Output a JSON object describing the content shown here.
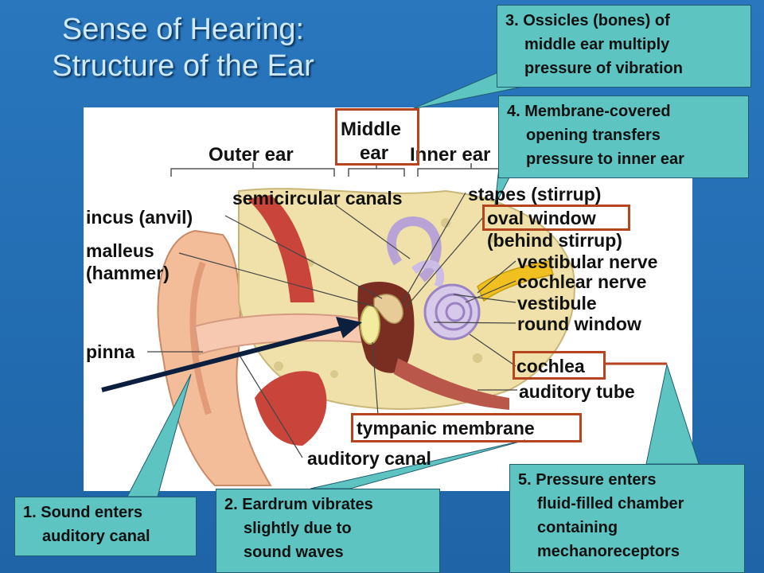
{
  "title": {
    "line1": "Sense of Hearing:",
    "line2": "Structure of the Ear"
  },
  "section_labels": {
    "outer_ear": "Outer ear",
    "middle_ear_1": "Middle",
    "middle_ear_2": "ear",
    "inner_ear": "Inner ear"
  },
  "part_labels": {
    "semicircular_canals": "semicircular canals",
    "stapes": "stapes (stirrup)",
    "oval_window": "oval window",
    "behind_stirrup": "(behind stirrup)",
    "incus": "incus (anvil)",
    "malleus_1": "malleus",
    "malleus_2": "(hammer)",
    "vestibular_nerve": "vestibular nerve",
    "cochlear_nerve": "cochlear nerve",
    "vestibule": "vestibule",
    "round_window": "round window",
    "pinna": "pinna",
    "cochlea": "cochlea",
    "auditory_tube": "auditory tube",
    "tympanic_membrane": "tympanic membrane",
    "auditory_canal": "auditory canal"
  },
  "callouts": {
    "step1": [
      "1. Sound enters",
      "auditory canal"
    ],
    "step2": [
      "2. Eardrum vibrates",
      "slightly due to",
      "sound waves"
    ],
    "step3": [
      "3. Ossicles (bones) of",
      "middle ear multiply",
      "pressure of vibration"
    ],
    "step4": [
      "4. Membrane-covered",
      "opening transfers",
      "pressure to inner ear"
    ],
    "step5": [
      "5. Pressure enters",
      "fluid-filled chamber",
      "containing",
      "mechanoreceptors"
    ]
  },
  "colors": {
    "background": "#236db3",
    "callout_fill": "#5ec4c2",
    "highlight_box": "#b5441f",
    "arrow": "#0c1f3f"
  }
}
